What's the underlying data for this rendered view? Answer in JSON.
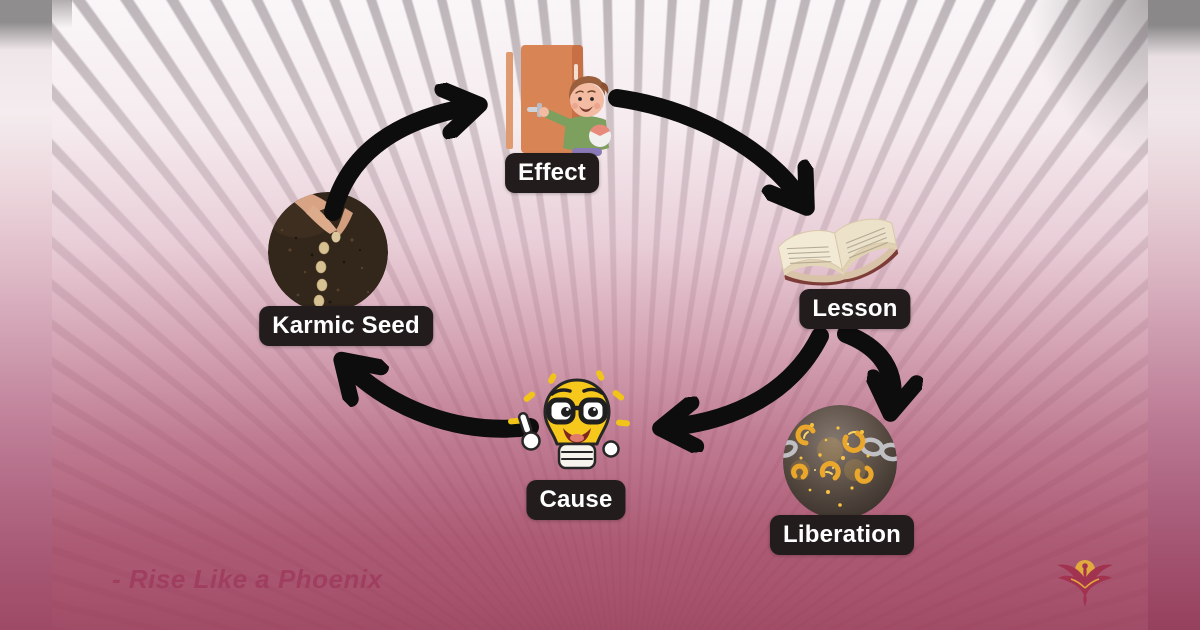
{
  "diagram": {
    "type": "cycle",
    "labels": {
      "effect": "Effect",
      "lesson": "Lesson",
      "liberation": "Liberation",
      "cause": "Cause",
      "karmic_seed": "Karmic Seed"
    },
    "nodes": [
      {
        "id": "karmic_seed",
        "label": "Karmic Seed",
        "illustration": "hand-planting-seed-in-soil"
      },
      {
        "id": "effect",
        "label": "Effect",
        "illustration": "child-peeking-through-door"
      },
      {
        "id": "lesson",
        "label": "Lesson",
        "illustration": "open-book"
      },
      {
        "id": "liberation",
        "label": "Liberation",
        "illustration": "breaking-chains-golden-sparks"
      },
      {
        "id": "cause",
        "label": "Cause",
        "illustration": "lightbulb-character-with-glasses"
      }
    ],
    "edges": [
      {
        "from": "karmic_seed",
        "to": "effect"
      },
      {
        "from": "effect",
        "to": "lesson"
      },
      {
        "from": "lesson",
        "to": "liberation"
      },
      {
        "from": "lesson",
        "to": "cause"
      },
      {
        "from": "cause",
        "to": "karmic_seed"
      }
    ]
  },
  "footer": {
    "signature": "- Rise Like a Phoenix",
    "logo": "phoenix-logo"
  },
  "colors": {
    "label_background": "#221c1c",
    "label_text": "#ffffff",
    "arrow": "#0e0d0d",
    "background_top": "#f7f3f4",
    "background_bottom": "#9f4763",
    "signature": "#a03d5f",
    "bulb_yellow": "#f6c81c",
    "gold": "#eaa72c"
  }
}
